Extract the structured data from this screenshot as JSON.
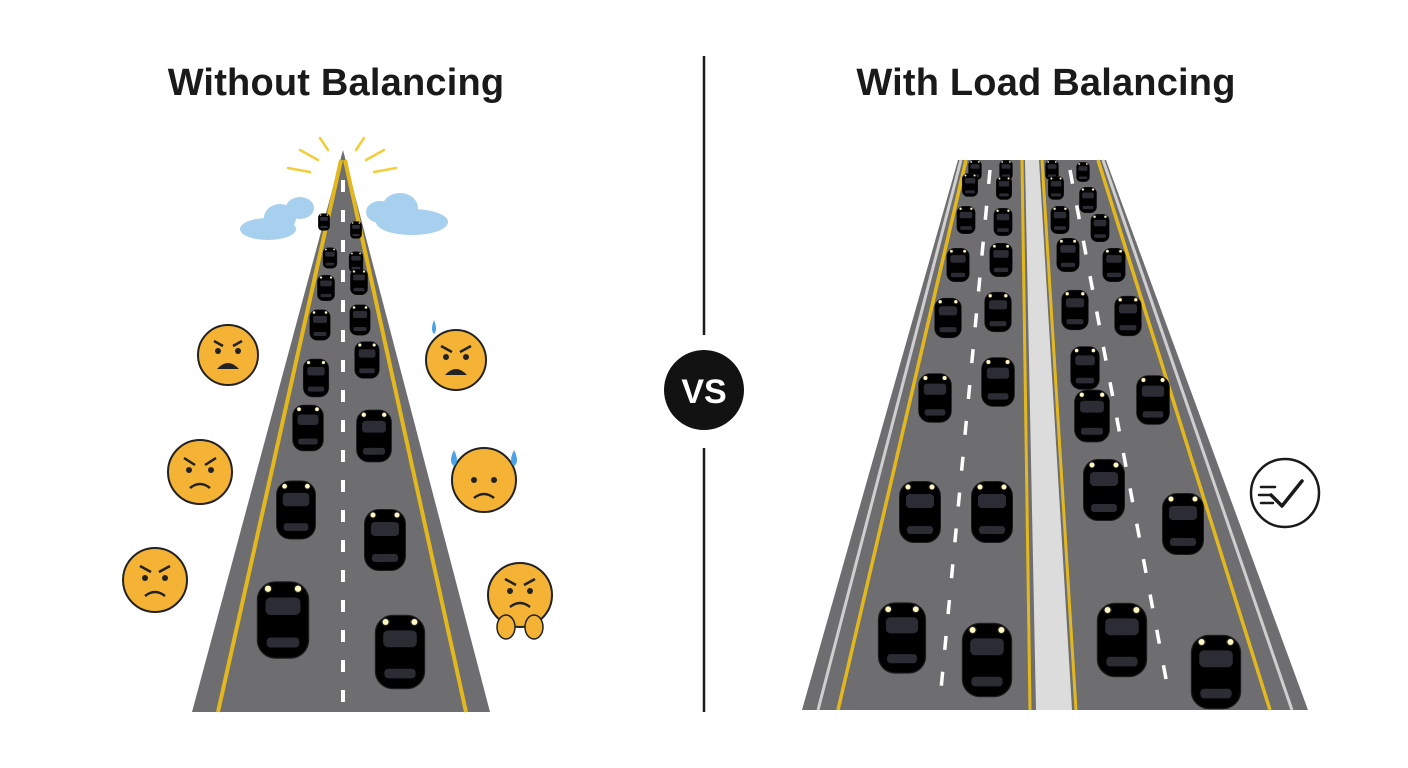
{
  "left_panel": {
    "title": "Without Balancing"
  },
  "right_panel": {
    "title": "With Load Balancing"
  },
  "divider": {
    "label": "VS"
  },
  "icons": [
    "angry-face-icon",
    "sweating-face-icon",
    "frowning-face-icon",
    "checkmark-badge-icon"
  ],
  "colors": {
    "road": "#6e6e70",
    "road_edge": "#e3b81f",
    "car_red": "#e63232",
    "car_blue": "#4aa3e6",
    "car_yellow": "#f2cb22",
    "car_white": "#ffffff",
    "emoji": "#f5b335"
  }
}
